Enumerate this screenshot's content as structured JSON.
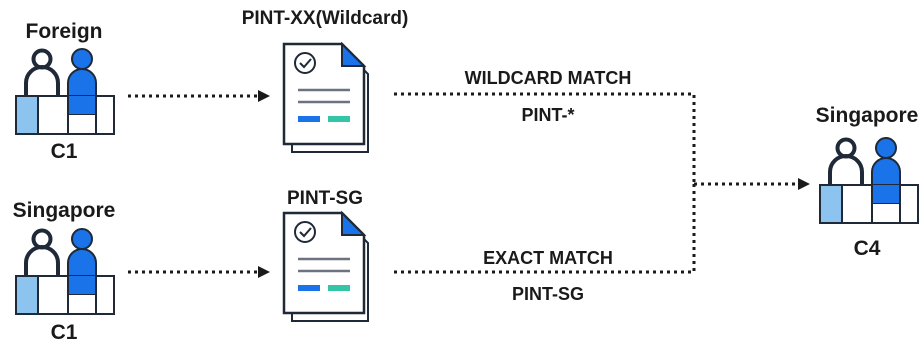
{
  "senders": [
    {
      "country": "Foreign",
      "code": "C1"
    },
    {
      "country": "Singapore",
      "code": "C1"
    }
  ],
  "documents": [
    {
      "title": "PINT-XX(Wildcard)"
    },
    {
      "title": "PINT-SG"
    }
  ],
  "connections": [
    {
      "match": "WILDCARD MATCH",
      "pattern": "PINT-*"
    },
    {
      "match": "EXACT MATCH",
      "pattern": "PINT-SG"
    }
  ],
  "receiver": {
    "country": "Singapore",
    "code": "C4"
  },
  "colors": {
    "dark": "#1f2937",
    "blue": "#1a73e8",
    "light_blue": "#8cc4ef",
    "doc_line": "#6b7280",
    "doc_blue": "#1a73e8",
    "doc_green": "#34c4a6"
  },
  "icons": {
    "participant": "people-at-desk-icon",
    "document": "document-check-icon"
  }
}
